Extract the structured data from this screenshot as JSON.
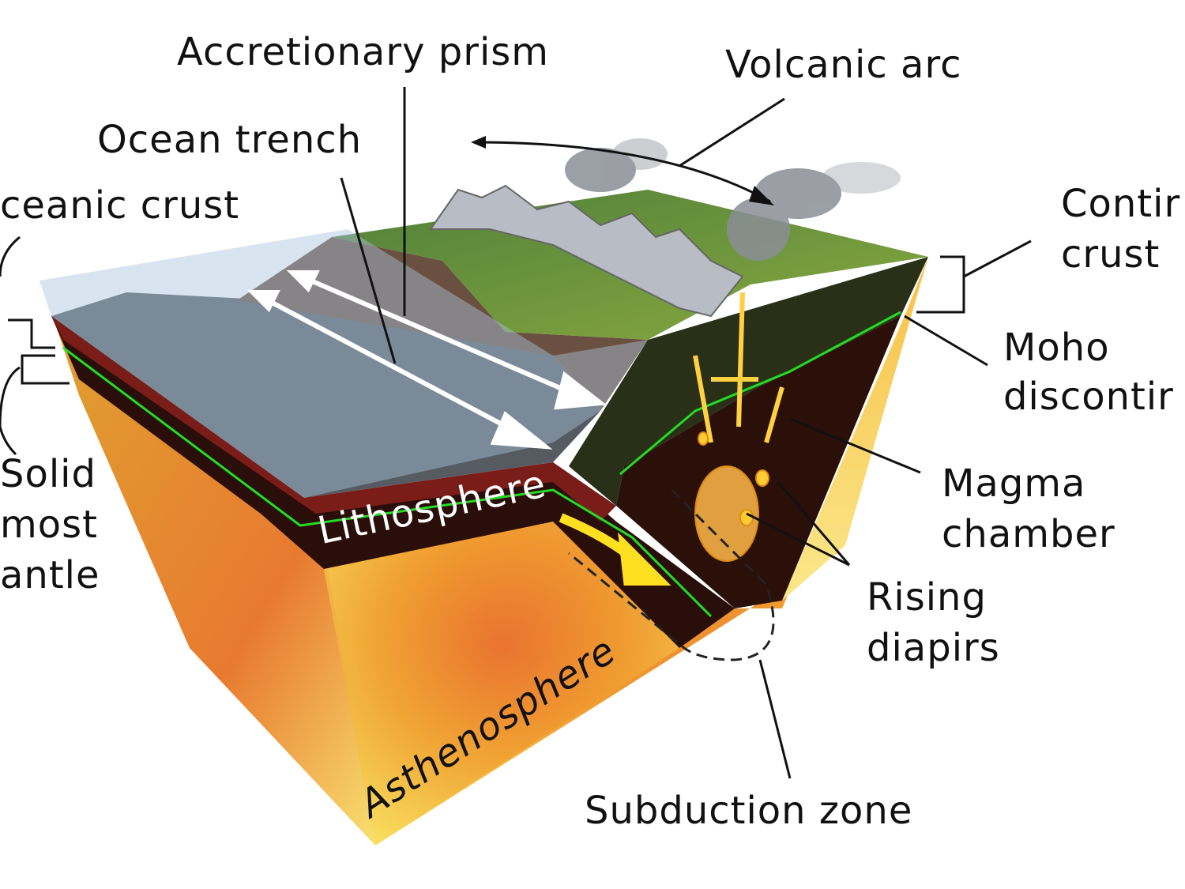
{
  "labels": {
    "accretionary_prism": "Accretionary prism",
    "volcanic_arc": "Volcanic arc",
    "ocean_trench": "Ocean trench",
    "oceanic_crust": "ceanic crust",
    "continental_crust_1": "Contir",
    "continental_crust_2": "crust",
    "moho_1": "Moho",
    "moho_2": "discontir",
    "magma_1": "Magma",
    "magma_2": "chamber",
    "diapirs_1": "Rising",
    "diapirs_2": "diapirs",
    "subduction_zone": "Subduction zone",
    "mantle_1": "Solid",
    "mantle_2": "most",
    "mantle_3": "antle",
    "lithosphere": "Lithosphere",
    "asthenosphere": "Asthenosphere"
  },
  "colors": {
    "asthenosphere": "#f2b530",
    "lithosphere": "#5a1a14",
    "moho_line": "#22dd22",
    "ocean_floor": "#555a60",
    "land": "#6a9a3a",
    "water": "#a9c3dc",
    "magma": "#ffcc33"
  }
}
